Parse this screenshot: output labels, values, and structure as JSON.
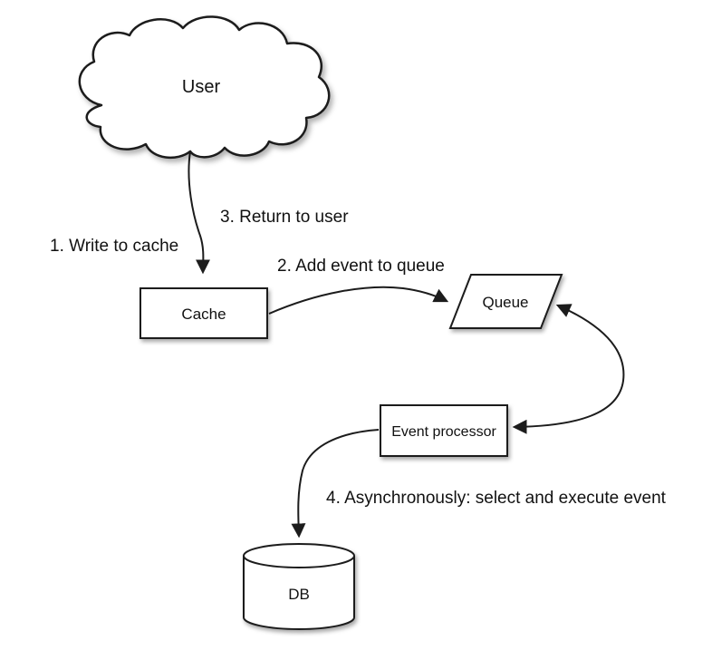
{
  "diagram": {
    "description": "Write-back cache event flow diagram",
    "nodes": {
      "user": {
        "label": "User",
        "shape": "cloud"
      },
      "cache": {
        "label": "Cache",
        "shape": "rectangle"
      },
      "queue": {
        "label": "Queue",
        "shape": "parallelogram"
      },
      "event_processor": {
        "label": "Event processor",
        "shape": "rectangle"
      },
      "db": {
        "label": "DB",
        "shape": "cylinder"
      }
    },
    "steps": {
      "step1": "1. Write to cache",
      "step2": "2. Add event to queue",
      "step3": "3. Return to user",
      "step4": "4. Asynchronously: select and execute event"
    },
    "edges": [
      {
        "from": "user",
        "to": "cache",
        "arrow": "single"
      },
      {
        "from": "cache",
        "to": "queue",
        "arrow": "single"
      },
      {
        "from": "queue",
        "to": "event_processor",
        "arrow": "double"
      },
      {
        "from": "event_processor",
        "to": "db",
        "arrow": "single"
      }
    ],
    "colors": {
      "background": "#ffffff",
      "stroke": "#1c1c1c",
      "fill": "#ffffff",
      "text": "#111111"
    }
  }
}
